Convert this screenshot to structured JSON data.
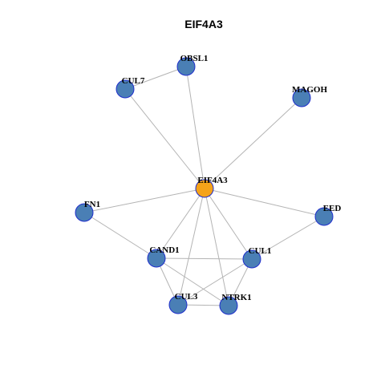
{
  "title": "EIF4A3",
  "colors": {
    "hub_fill": "#f5a31a",
    "node_fill": "#4a7fb5",
    "node_stroke": "#1f2ecc",
    "edge": "#b4b4b4"
  },
  "nodes": [
    {
      "id": "EIF4A3",
      "label": "EIF4A3",
      "hub": true
    },
    {
      "id": "OBSL1",
      "label": "OBSL1",
      "hub": false
    },
    {
      "id": "CUL7",
      "label": "CUL7",
      "hub": false
    },
    {
      "id": "MAGOH",
      "label": "MAGOH",
      "hub": false
    },
    {
      "id": "FN1",
      "label": "FN1",
      "hub": false
    },
    {
      "id": "EED",
      "label": "EED",
      "hub": false
    },
    {
      "id": "CAND1",
      "label": "CAND1",
      "hub": false
    },
    {
      "id": "CUL1",
      "label": "CUL1",
      "hub": false
    },
    {
      "id": "CUL3",
      "label": "CUL3",
      "hub": false
    },
    {
      "id": "NTRK1",
      "label": "NTRK1",
      "hub": false
    }
  ],
  "edges": [
    [
      "CUL7",
      "OBSL1"
    ],
    [
      "EIF4A3",
      "OBSL1"
    ],
    [
      "EIF4A3",
      "CUL7"
    ],
    [
      "EIF4A3",
      "MAGOH"
    ],
    [
      "EIF4A3",
      "FN1"
    ],
    [
      "EIF4A3",
      "EED"
    ],
    [
      "EIF4A3",
      "CAND1"
    ],
    [
      "EIF4A3",
      "CUL1"
    ],
    [
      "EIF4A3",
      "CUL3"
    ],
    [
      "EIF4A3",
      "NTRK1"
    ],
    [
      "FN1",
      "CAND1"
    ],
    [
      "EED",
      "CUL1"
    ],
    [
      "CAND1",
      "CUL1"
    ],
    [
      "CAND1",
      "CUL3"
    ],
    [
      "CAND1",
      "NTRK1"
    ],
    [
      "CUL1",
      "CUL3"
    ],
    [
      "CUL1",
      "NTRK1"
    ],
    [
      "CUL3",
      "NTRK1"
    ]
  ]
}
